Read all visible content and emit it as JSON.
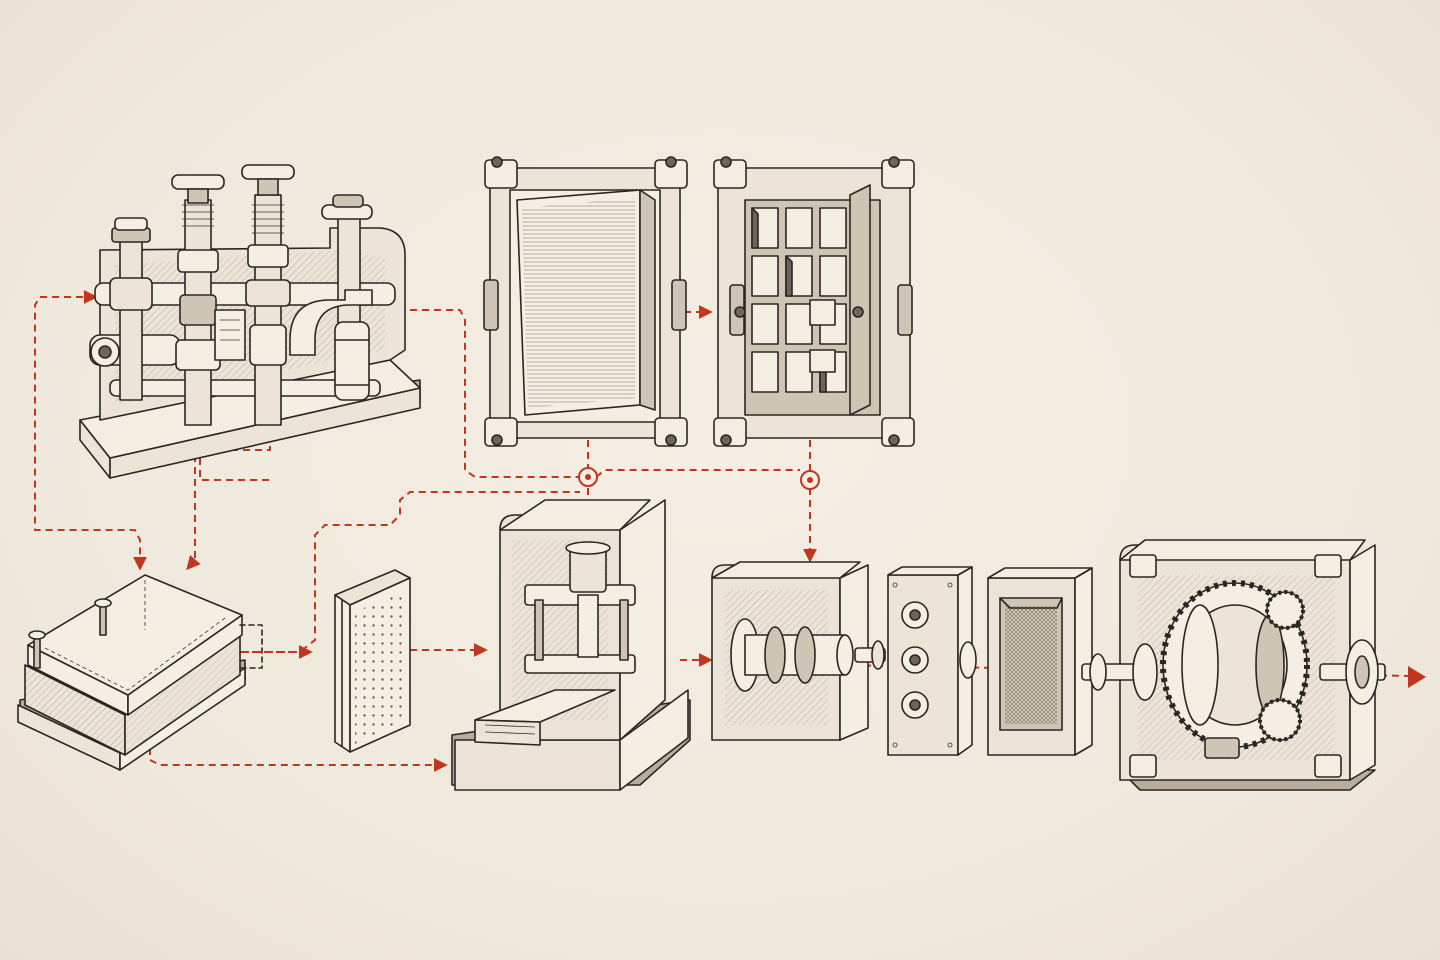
{
  "diagram": {
    "style": "engraved technical illustration with dashed flow lines",
    "colors": {
      "paper": "#f1ebe0",
      "ink": "#2b2622",
      "flow_line": "#c0361f"
    },
    "components": [
      {
        "id": "valve-manifold",
        "icon": "valve-manifold-icon"
      },
      {
        "id": "stacked-mold-plates",
        "icon": "mold-plates-icon"
      },
      {
        "id": "perforated-plate",
        "icon": "perforated-plate-icon"
      },
      {
        "id": "blank-frame",
        "icon": "frame-blank-icon"
      },
      {
        "id": "grid-frame",
        "icon": "frame-grid-icon"
      },
      {
        "id": "hydraulic-press",
        "icon": "press-icon"
      },
      {
        "id": "roller-housing",
        "icon": "roller-housing-icon"
      },
      {
        "id": "port-panel",
        "icon": "port-panel-icon"
      },
      {
        "id": "mesh-box",
        "icon": "mesh-box-icon"
      },
      {
        "id": "gear-drive",
        "icon": "gear-drive-icon"
      }
    ],
    "junctions": 2,
    "output_arrow": "arrow-right-icon"
  }
}
